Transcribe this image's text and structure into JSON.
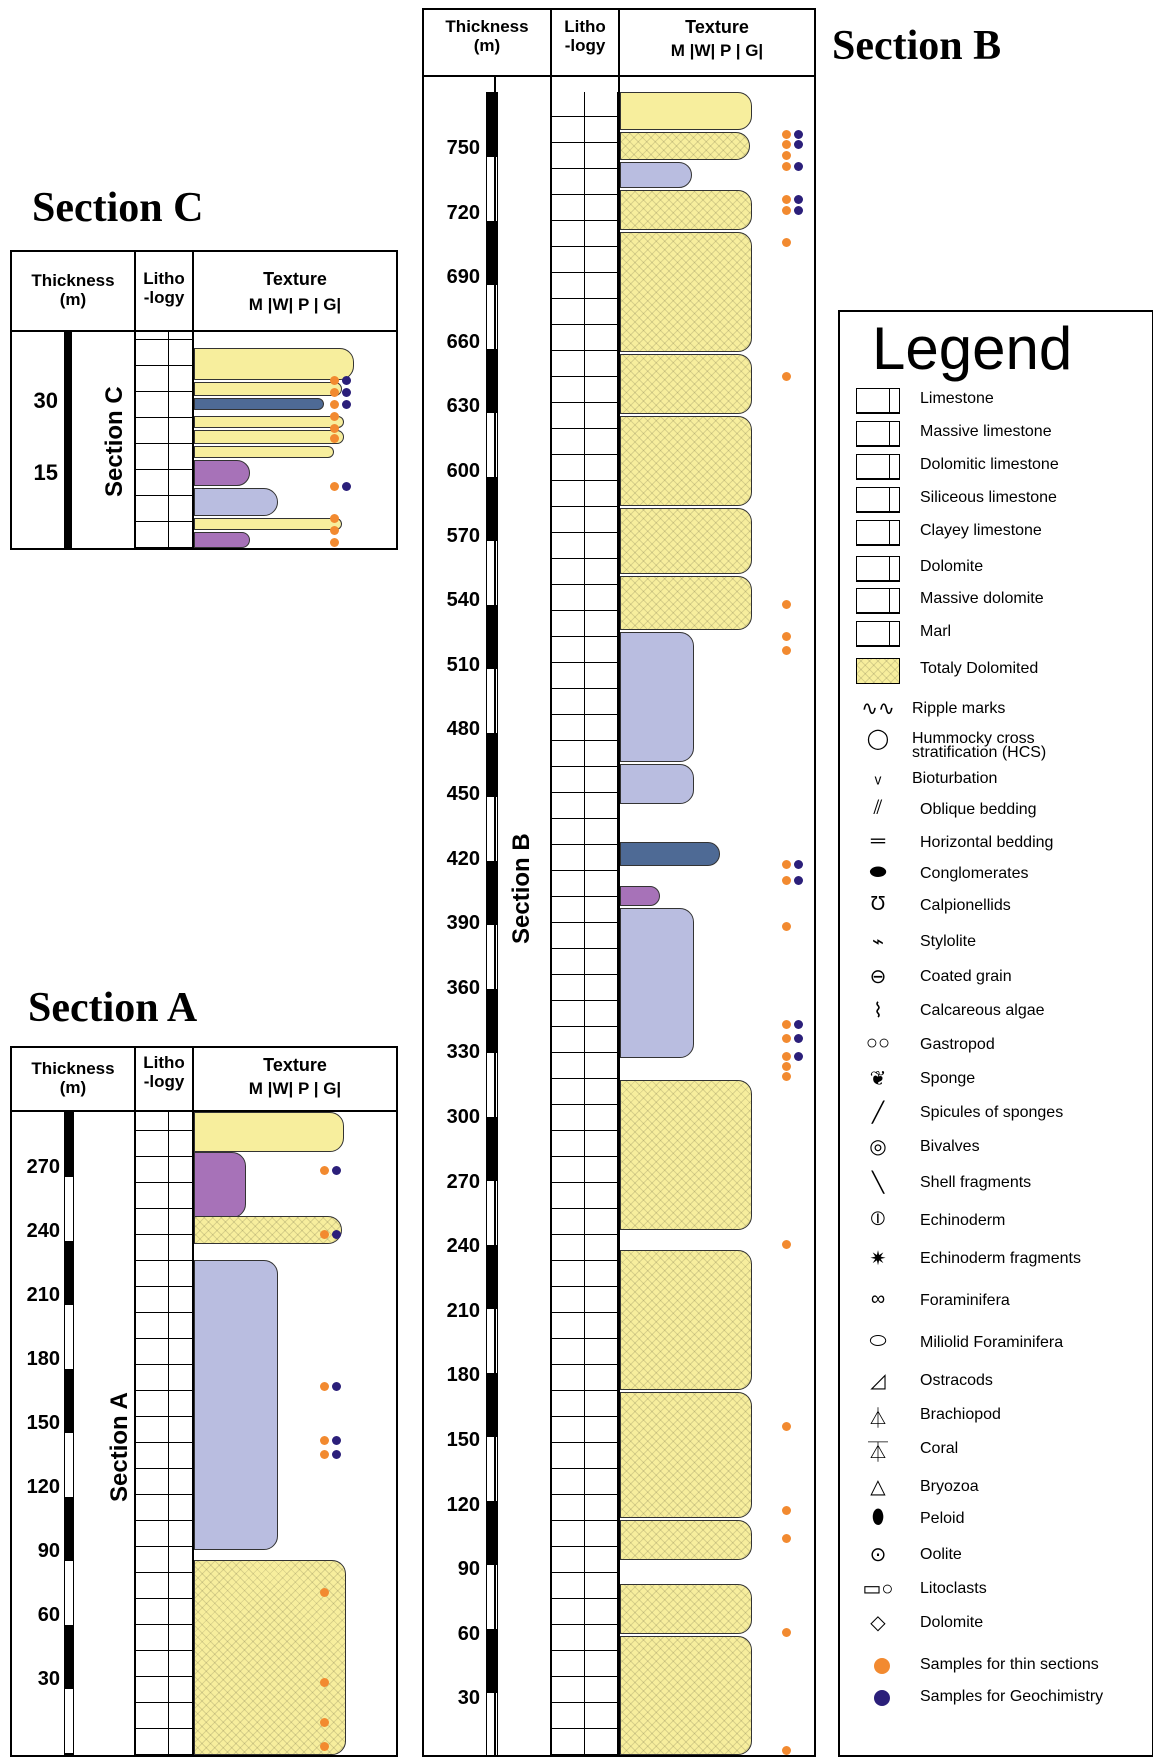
{
  "headers": {
    "thickness": "Thickness",
    "thickness_unit": "(m)",
    "litho_a": "Litho",
    "litho_b": "-logy",
    "litho_c": "-logy",
    "litho_c_top": "Litho",
    "texture": "Texture",
    "texture_scale": "M |W| P | G|"
  },
  "section_b": {
    "title": "Section B",
    "vertical_label": "Section B",
    "ticks": [
      "750",
      "720",
      "690",
      "660",
      "630",
      "600",
      "570",
      "540",
      "510",
      "480",
      "450",
      "420",
      "390",
      "360",
      "330",
      "300",
      "270",
      "240",
      "210",
      "180",
      "150",
      "120",
      "90",
      "60",
      "30"
    ]
  },
  "section_c": {
    "title": "Section C",
    "vertical_label": "Section C",
    "ticks": [
      "30",
      "15"
    ]
  },
  "section_a": {
    "title": "Section A",
    "vertical_label": "Section A",
    "ticks": [
      "270",
      "240",
      "210",
      "180",
      "150",
      "120",
      "90",
      "60",
      "30"
    ]
  },
  "legend": {
    "title": "Legend",
    "items": [
      "Limestone",
      "Massive limestone",
      "Dolomitic limestone",
      "Siliceous limestone",
      "Clayey limestone",
      "Dolomite",
      "Massive dolomite",
      "Marl",
      "Totaly Dolomited",
      "Ripple marks",
      "Hummocky cross",
      "stratification (HCS)",
      "Bioturbation",
      "Oblique bedding",
      "Horizontal bedding",
      "Conglomerates",
      "Calpionellids",
      "Stylolite",
      "Coated grain",
      "Calcareous algae",
      "Gastropod",
      "Sponge",
      "Spicules of sponges",
      "Bivalves",
      "Shell fragments",
      "Echinoderm",
      "Echinoderm fragments",
      "Foraminifera",
      "Miliolid Foraminifera",
      "Ostracods",
      "Brachiopod",
      "Coral",
      "Bryozoa",
      "Peloid",
      "Oolite",
      "Litoclasts",
      "Dolomite",
      "Samples for thin sections",
      "Samples for Geochimistry"
    ]
  },
  "colors": {
    "dolomite_fill": "#f7ee9d",
    "lavender": "#b9bde0",
    "purple": "#a772b8",
    "slate": "#4e6a95",
    "thin_section_dot": "#f28a30",
    "geochem_dot": "#2b1f7a"
  }
}
